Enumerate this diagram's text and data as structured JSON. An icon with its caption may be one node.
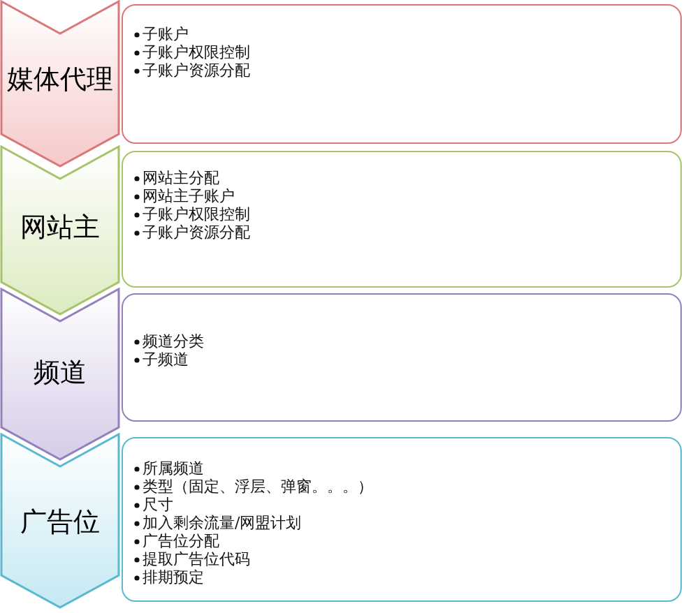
{
  "diagram": {
    "nodes": [
      {
        "text": [
          "媒体代理"
        ]
      },
      {
        "text": [
          "子账户",
          "子账户权限控制",
          "子账户资源分配"
        ]
      },
      {
        "text": [
          "网站主"
        ]
      },
      {
        "text": [
          "网站主分配",
          "网站主子账户",
          "子账户权限控制",
          "子账户资源分配"
        ]
      },
      {
        "text": [
          "频道"
        ]
      },
      {
        "text": [
          "频道分类",
          "子频道"
        ]
      },
      {
        "text": [
          "广告位"
        ]
      },
      {
        "text": [
          "所属频道",
          "类型（固定、浮层、弹窗。。。）",
          "尺寸",
          "加入剩余流量/网盟计划",
          "广告位分配",
          "提取广告位代码",
          "排期预定"
        ]
      }
    ]
  }
}
